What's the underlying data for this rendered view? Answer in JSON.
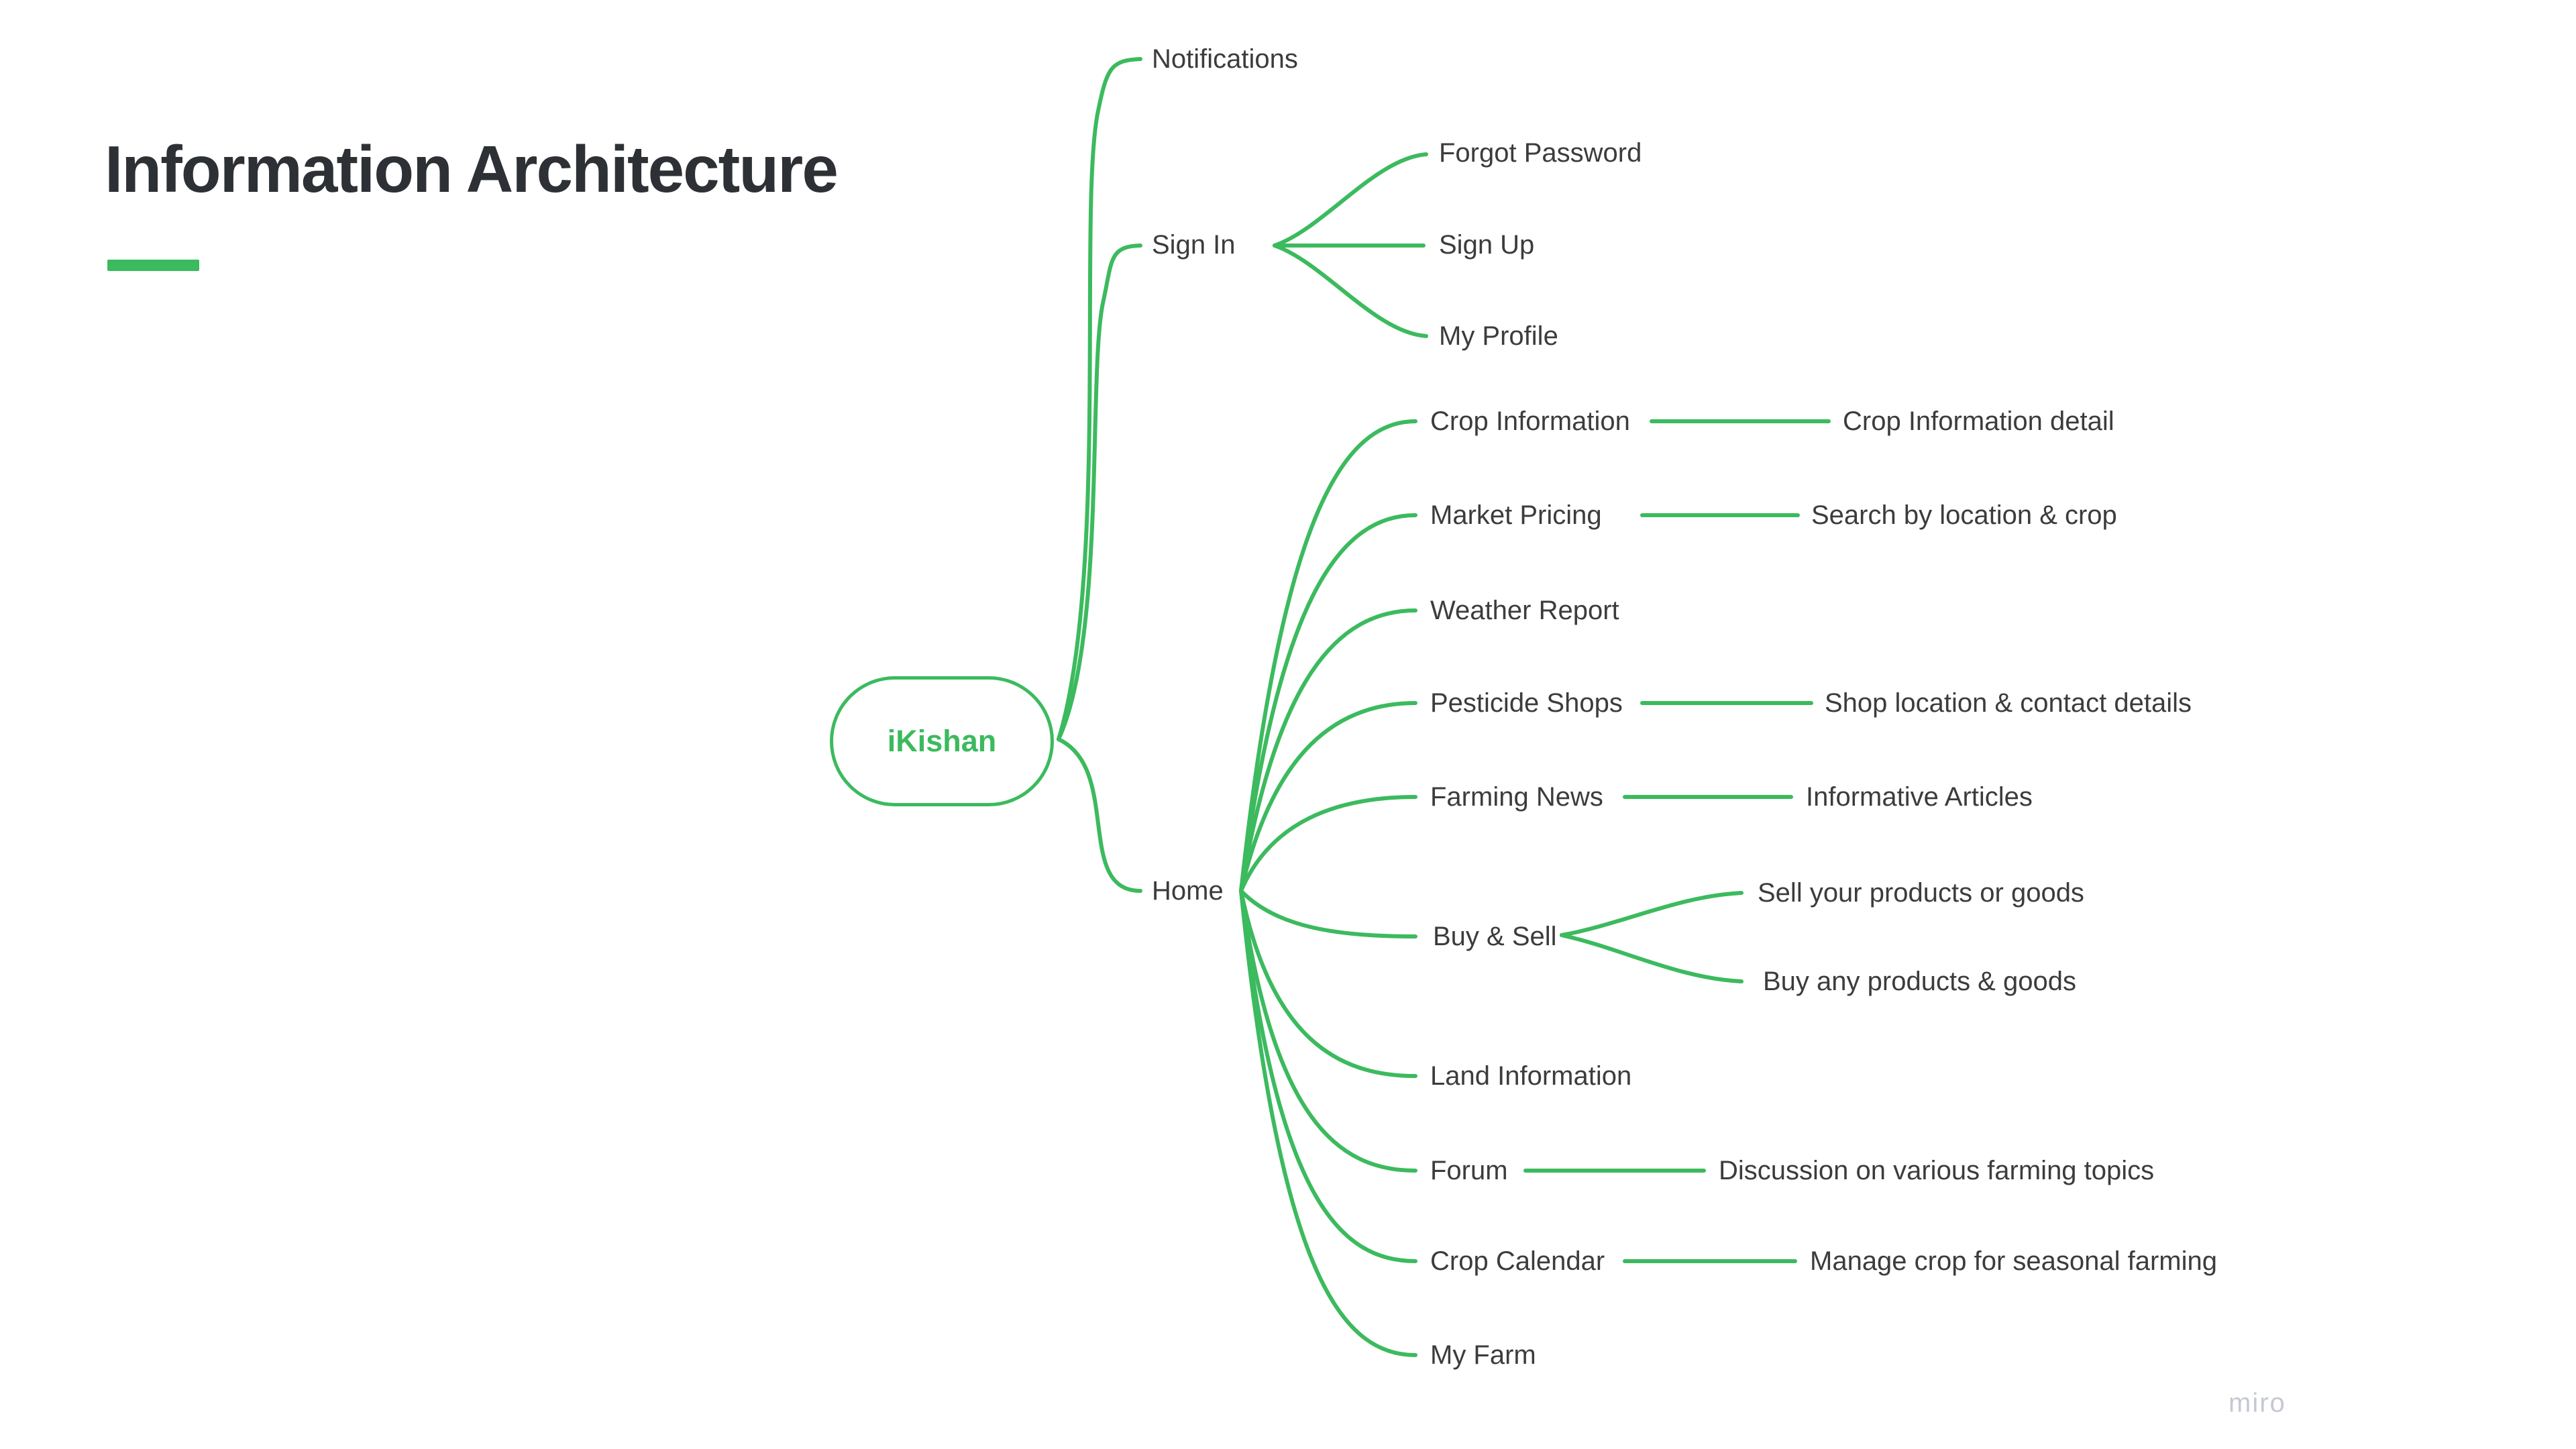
{
  "page": {
    "title": "Information Architecture",
    "watermark": "miro",
    "colors": {
      "line_green": "#3cba5e",
      "title_text": "#2d3135",
      "label_text": "#3c3c3c",
      "watermark_gray": "#c6c8d4",
      "background": "#ffffff"
    }
  },
  "mindmap": {
    "root": {
      "label": "iKishan"
    },
    "branches": [
      {
        "label": "Notifications",
        "children": []
      },
      {
        "label": "Sign In",
        "children": [
          {
            "label": "Forgot Password",
            "children": []
          },
          {
            "label": "Sign Up",
            "children": []
          },
          {
            "label": "My Profile",
            "children": []
          }
        ]
      },
      {
        "label": "Home",
        "children": [
          {
            "label": "Crop Information",
            "children": [
              {
                "label": "Crop Information detail"
              }
            ]
          },
          {
            "label": "Market Pricing",
            "children": [
              {
                "label": "Search by location & crop"
              }
            ]
          },
          {
            "label": "Weather Report",
            "children": []
          },
          {
            "label": "Pesticide Shops",
            "children": [
              {
                "label": "Shop location & contact details"
              }
            ]
          },
          {
            "label": "Farming News",
            "children": [
              {
                "label": "Informative Articles"
              }
            ]
          },
          {
            "label": "Buy & Sell",
            "children": [
              {
                "label": "Sell your products or goods"
              },
              {
                "label": "Buy any products & goods"
              }
            ]
          },
          {
            "label": "Land Information",
            "children": []
          },
          {
            "label": "Forum",
            "children": [
              {
                "label": "Discussion on various farming topics"
              }
            ]
          },
          {
            "label": "Crop Calendar",
            "children": [
              {
                "label": "Manage crop for seasonal farming"
              }
            ]
          },
          {
            "label": "My Farm",
            "children": []
          }
        ]
      }
    ]
  }
}
